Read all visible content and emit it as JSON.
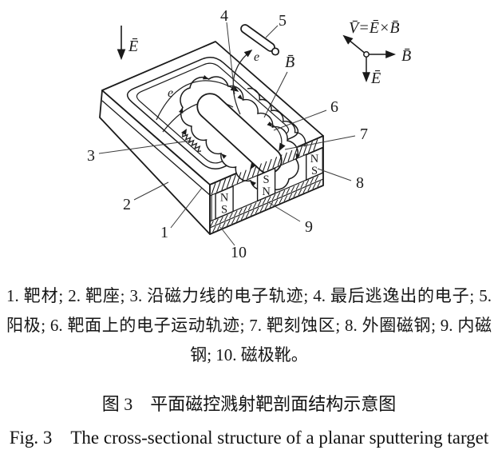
{
  "figure": {
    "e_field_label": "Ē",
    "b_field_label": "B̄",
    "electron_label_left": "e",
    "electron_label_escape": "e",
    "triad": {
      "v": "V̄=Ē×B̄",
      "b": "B̄",
      "e": "Ē"
    },
    "magnets": [
      {
        "top": "N",
        "bottom": "S"
      },
      {
        "top": "S",
        "bottom": "N"
      },
      {
        "top": "N",
        "bottom": "S"
      }
    ],
    "callouts": [
      {
        "label": "1"
      },
      {
        "label": "2"
      },
      {
        "label": "3"
      },
      {
        "label": "4"
      },
      {
        "label": "5"
      },
      {
        "label": "6"
      },
      {
        "label": "7"
      },
      {
        "label": "8"
      },
      {
        "label": "9"
      },
      {
        "label": "10"
      }
    ]
  },
  "legend": {
    "text": "1. 靶材; 2. 靶座; 3. 沿磁力线的电子轨迹; 4. 最后逃逸出的电子; 5. 阳极; 6. 靶面上的电子运动轨迹; 7. 靶刻蚀区; 8. 外圈磁钢; 9. 内磁钢; 10. 磁极靴。"
  },
  "captions": {
    "zh": "图 3　平面磁控溅射靶剖面结构示意图",
    "en": "Fig. 3　The cross-sectional structure of a planar sputtering target"
  }
}
